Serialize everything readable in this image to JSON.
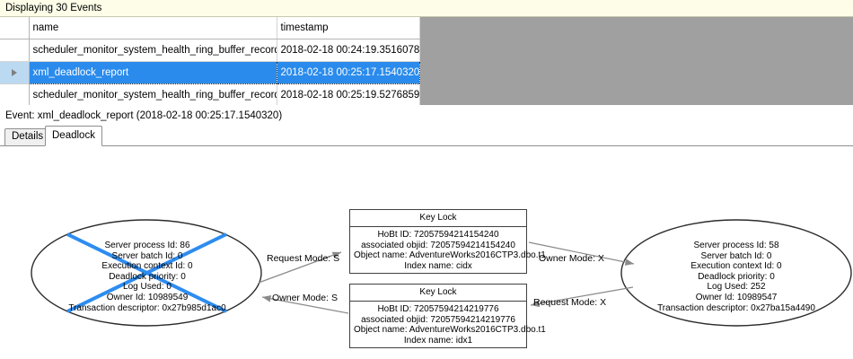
{
  "banner": {
    "text": "Displaying 30 Events"
  },
  "grid": {
    "columns": [
      "",
      "name",
      "timestamp"
    ],
    "rows": [
      {
        "selected": false,
        "name": "scheduler_monitor_system_health_ring_buffer_recorded",
        "timestamp": "2018-02-18 00:24:19.3516078"
      },
      {
        "selected": true,
        "name": "xml_deadlock_report",
        "timestamp": "2018-02-18 00:25:17.1540320"
      },
      {
        "selected": false,
        "name": "scheduler_monitor_system_health_ring_buffer_recorded",
        "timestamp": "2018-02-18 00:25:19.5276859"
      }
    ],
    "selected_row_indicator": "row-select-arrow-icon"
  },
  "event_label": "Event: xml_deadlock_report (2018-02-18 00:25:17.1540320)",
  "tabs": [
    {
      "label": "Details",
      "active": false
    },
    {
      "label": "Deadlock",
      "active": true
    }
  ],
  "deadlock": {
    "process_left": {
      "victim": true,
      "lines": [
        "Server process Id: 86",
        "Server batch Id: 0",
        "Execution context Id: 0",
        "Deadlock priority: 0",
        "Log Used: 0",
        "Owner Id: 10989549",
        "Transaction descriptor: 0x27b985d1ac0"
      ]
    },
    "process_right": {
      "victim": false,
      "lines": [
        "Server process Id: 58",
        "Server batch Id: 0",
        "Execution context Id: 0",
        "Deadlock priority: 0",
        "Log Used: 252",
        "Owner Id: 10989547",
        "Transaction descriptor: 0x27ba15a4490"
      ]
    },
    "lock_top": {
      "title": "Key Lock",
      "lines": [
        "HoBt ID: 72057594214154240",
        "associated objid: 72057594214154240",
        "Object name: AdventureWorks2016CTP3.dbo.t1",
        "Index name: cidx"
      ]
    },
    "lock_bottom": {
      "title": "Key Lock",
      "lines": [
        "HoBt ID: 72057594214219776",
        "associated objid: 72057594214219776",
        "Object name: AdventureWorks2016CTP3.dbo.t1",
        "Index name: idx1"
      ]
    },
    "edges": {
      "request_mode_s": "Request Mode: S",
      "owner_mode_x": "Owner Mode: X",
      "owner_mode_s": "Owner Mode: S",
      "request_mode_x": "Request Mode: X"
    },
    "colors": {
      "victim_cross": "#2d8cf0",
      "node_stroke": "#404040",
      "edge_stroke": "#808080",
      "selection_blue": "#2a8bec"
    }
  }
}
